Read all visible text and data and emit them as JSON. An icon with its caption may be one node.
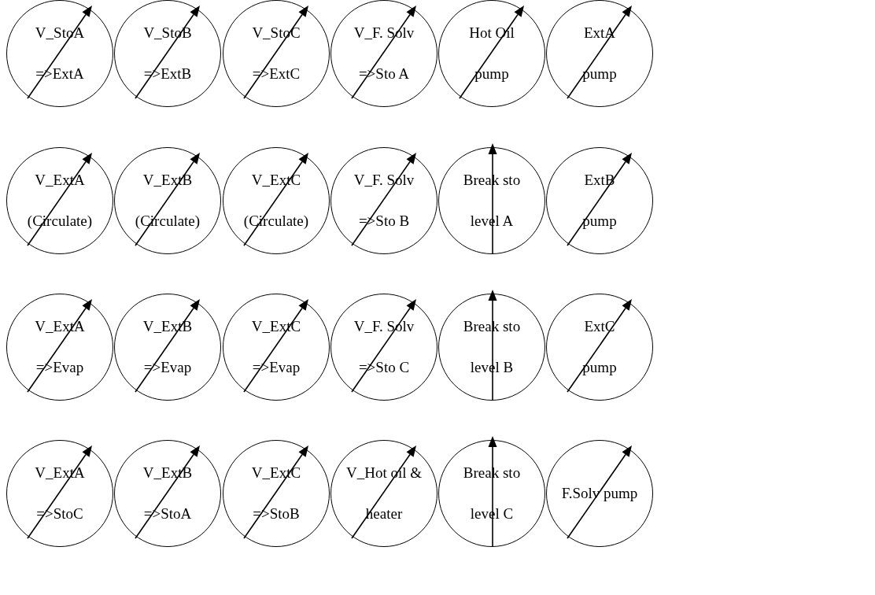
{
  "diagram": {
    "nodes": [
      {
        "text": [
          "V_StoA =>ExtA"
        ]
      },
      {
        "text": [
          "V_StoB =>ExtB"
        ]
      },
      {
        "text": [
          "V_StoC =>ExtC"
        ]
      },
      {
        "text": [
          "V_F. Solv =>Sto A"
        ]
      },
      {
        "text": [
          "Hot Oil pump"
        ]
      },
      {
        "text": [
          "ExtA pump"
        ]
      },
      {
        "text": [
          "V_ExtA (Circulate)"
        ]
      },
      {
        "text": [
          "V_ExtB (Circulate)"
        ]
      },
      {
        "text": [
          "V_ExtC (Circulate)"
        ]
      },
      {
        "text": [
          "V_F. Solv =>Sto B"
        ]
      },
      {
        "text": [
          "Break sto level A"
        ]
      },
      {
        "text": [
          "ExtB pump"
        ]
      },
      {
        "text": [
          "V_ExtA =>Evap"
        ]
      },
      {
        "text": [
          "V_ExtB =>Evap"
        ]
      },
      {
        "text": [
          "V_ExtC =>Evap"
        ]
      },
      {
        "text": [
          "V_F. Solv =>Sto C"
        ]
      },
      {
        "text": [
          "Break sto level B"
        ]
      },
      {
        "text": [
          "ExtC pump"
        ]
      },
      {
        "text": [
          "V_ExtA =>StoC"
        ]
      },
      {
        "text": [
          "V_ExtB =>StoA"
        ]
      },
      {
        "text": [
          "V_ExtC =>StoB"
        ]
      },
      {
        "text": [
          "V_Hot oil & heater"
        ]
      },
      {
        "text": [
          "Break sto level C"
        ]
      },
      {
        "text": [
          "F.Solv pump"
        ]
      }
    ]
  }
}
